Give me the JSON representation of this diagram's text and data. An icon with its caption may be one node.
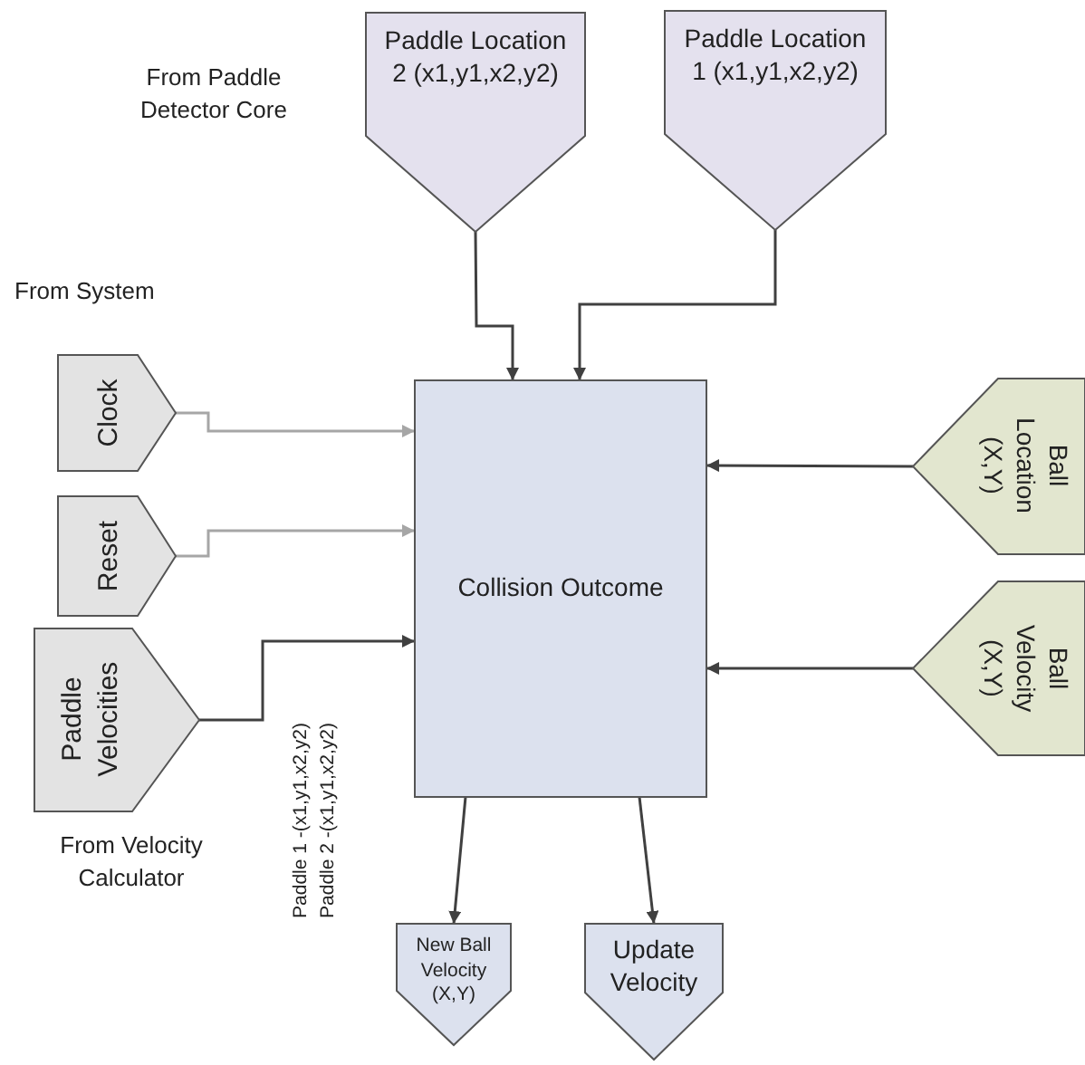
{
  "diagram": {
    "nodes": [
      {
        "text": [
          "Paddle Location 2 (x1,y1,x2,y2)"
        ]
      },
      {
        "text": [
          "Paddle Location 1 (x1,y1,x2,y2)"
        ]
      },
      {
        "text": [
          "Clock"
        ]
      },
      {
        "text": [
          "Reset"
        ]
      },
      {
        "text": [
          "Paddle Velocities"
        ]
      },
      {
        "text": [
          "Collision Outcome"
        ]
      },
      {
        "text": [
          "Ball Location (X,Y)"
        ]
      },
      {
        "text": [
          "Ball Velocity (X,Y)"
        ]
      },
      {
        "text": [
          "New Ball Velocity (X,Y)"
        ]
      },
      {
        "text": [
          "Update Velocity"
        ]
      }
    ],
    "edges": [
      {
        "from": 0,
        "to": 5,
        "arrow": "to"
      },
      {
        "from": 1,
        "to": 5,
        "arrow": "to"
      },
      {
        "from": 2,
        "to": 5,
        "arrow": "to",
        "color": "#a6a6a6"
      },
      {
        "from": 3,
        "to": 5,
        "arrow": "to",
        "color": "#a6a6a6"
      },
      {
        "from": 4,
        "to": 5,
        "arrow": "to"
      },
      {
        "from": 6,
        "to": 5,
        "arrow": "to"
      },
      {
        "from": 7,
        "to": 5,
        "arrow": "to"
      },
      {
        "from": 5,
        "to": 8,
        "arrow": "to"
      },
      {
        "from": 5,
        "to": 9,
        "arrow": "to"
      }
    ],
    "labels": [
      "From Paddle Detector Core",
      "From System",
      "From Velocity Calculator",
      "Paddle 1 -(x1,y1,x2,y2)",
      "Paddle 2 -(x1,y1,x2,y2)"
    ]
  }
}
